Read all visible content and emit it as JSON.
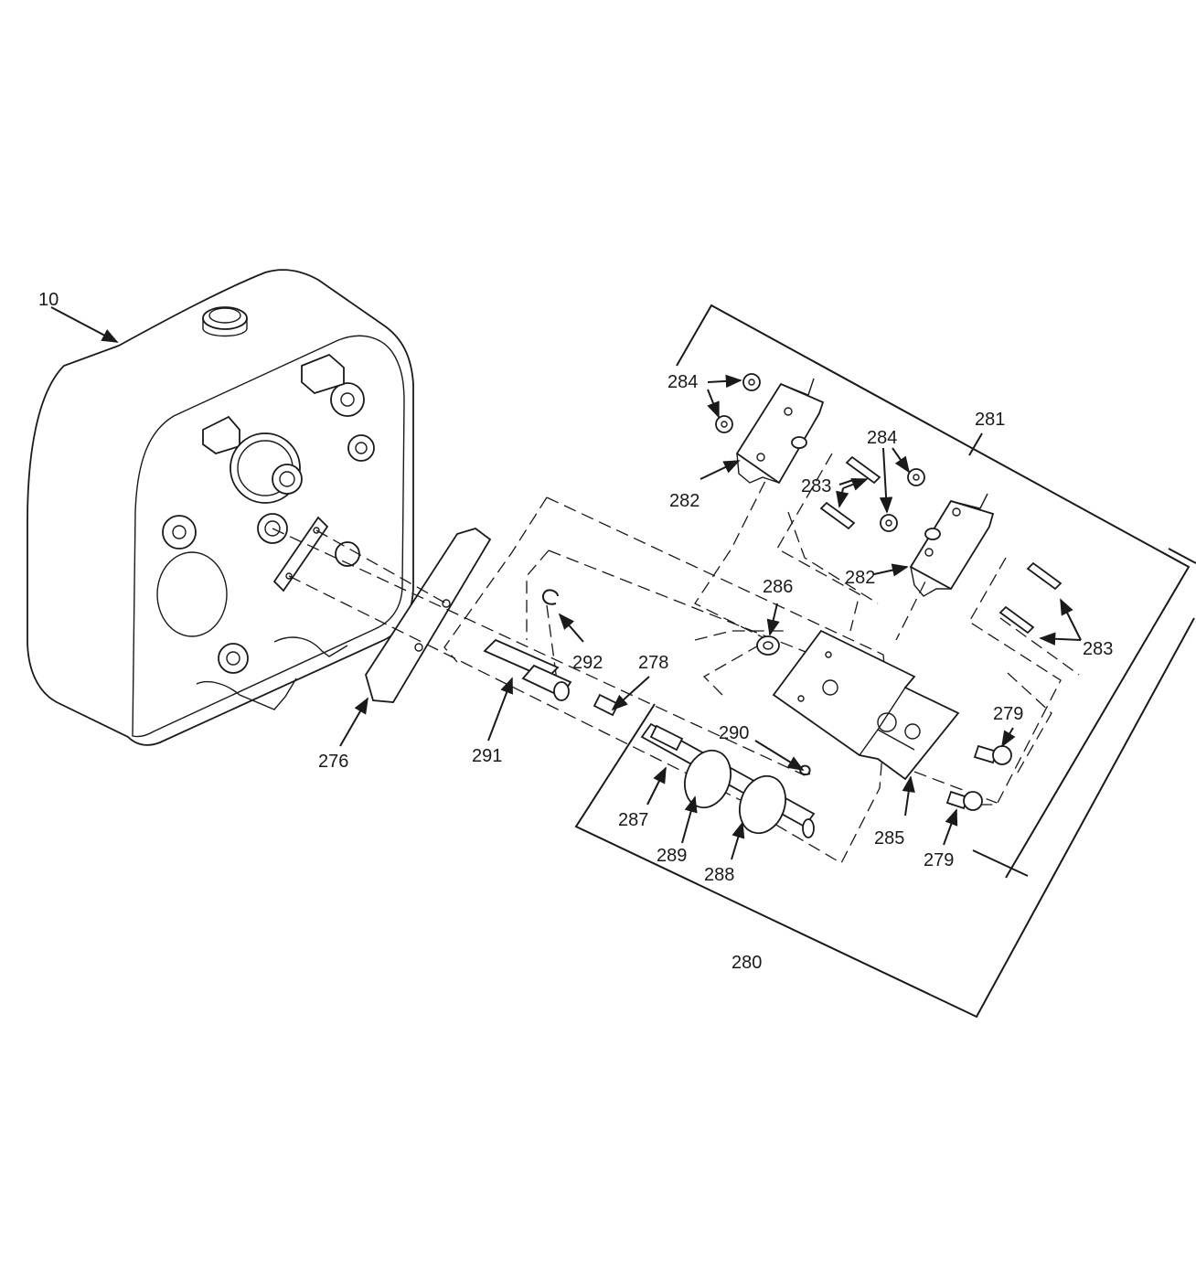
{
  "colors": {
    "ink": "#1a1a1a",
    "background": "#ffffff"
  },
  "labels": {
    "p10": "10",
    "p276": "276",
    "p278": "278",
    "p279a": "279",
    "p279b": "279",
    "p280": "280",
    "p281": "281",
    "p282a": "282",
    "p282b": "282",
    "p283a": "283",
    "p283b": "283",
    "p284a": "284",
    "p284b": "284",
    "p285": "285",
    "p286": "286",
    "p287": "287",
    "p288": "288",
    "p289": "289",
    "p290": "290",
    "p291": "291",
    "p292": "292"
  }
}
